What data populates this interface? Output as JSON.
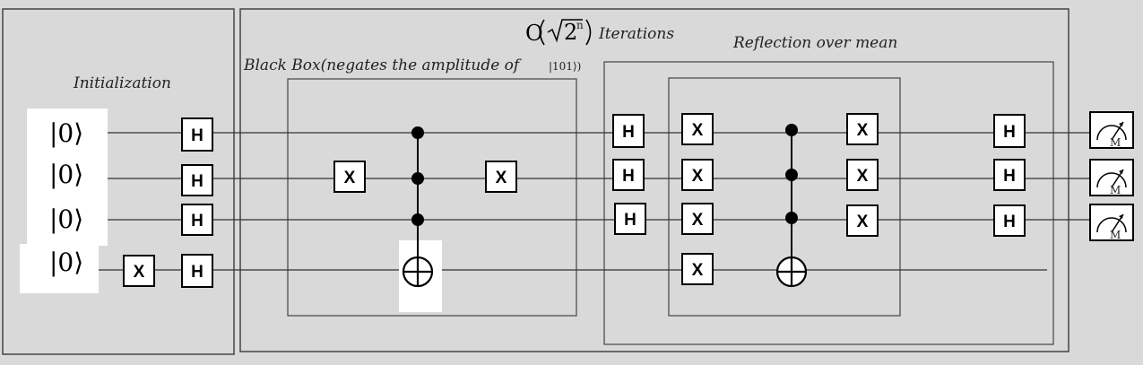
{
  "labels": {
    "initialization": "Initialization",
    "iterations_prefix": "O",
    "iterations_radicand": "2",
    "iterations_exponent": "n",
    "iterations_suffix": "Iterations",
    "black_box": "Black Box(negates the amplitude of",
    "black_box_ket": "|101⟩)",
    "reflection": "Reflection over mean"
  },
  "qubits": [
    "|0⟩",
    "|0⟩",
    "|0⟩",
    "|0⟩"
  ],
  "gates": {
    "hadamard": "H",
    "pauli_x": "X",
    "meter_label": "M"
  },
  "colors": {
    "background": "#d9d9d9",
    "panel_border": "#444444",
    "wire": "#333333",
    "gate_fill": "#ffffff"
  }
}
